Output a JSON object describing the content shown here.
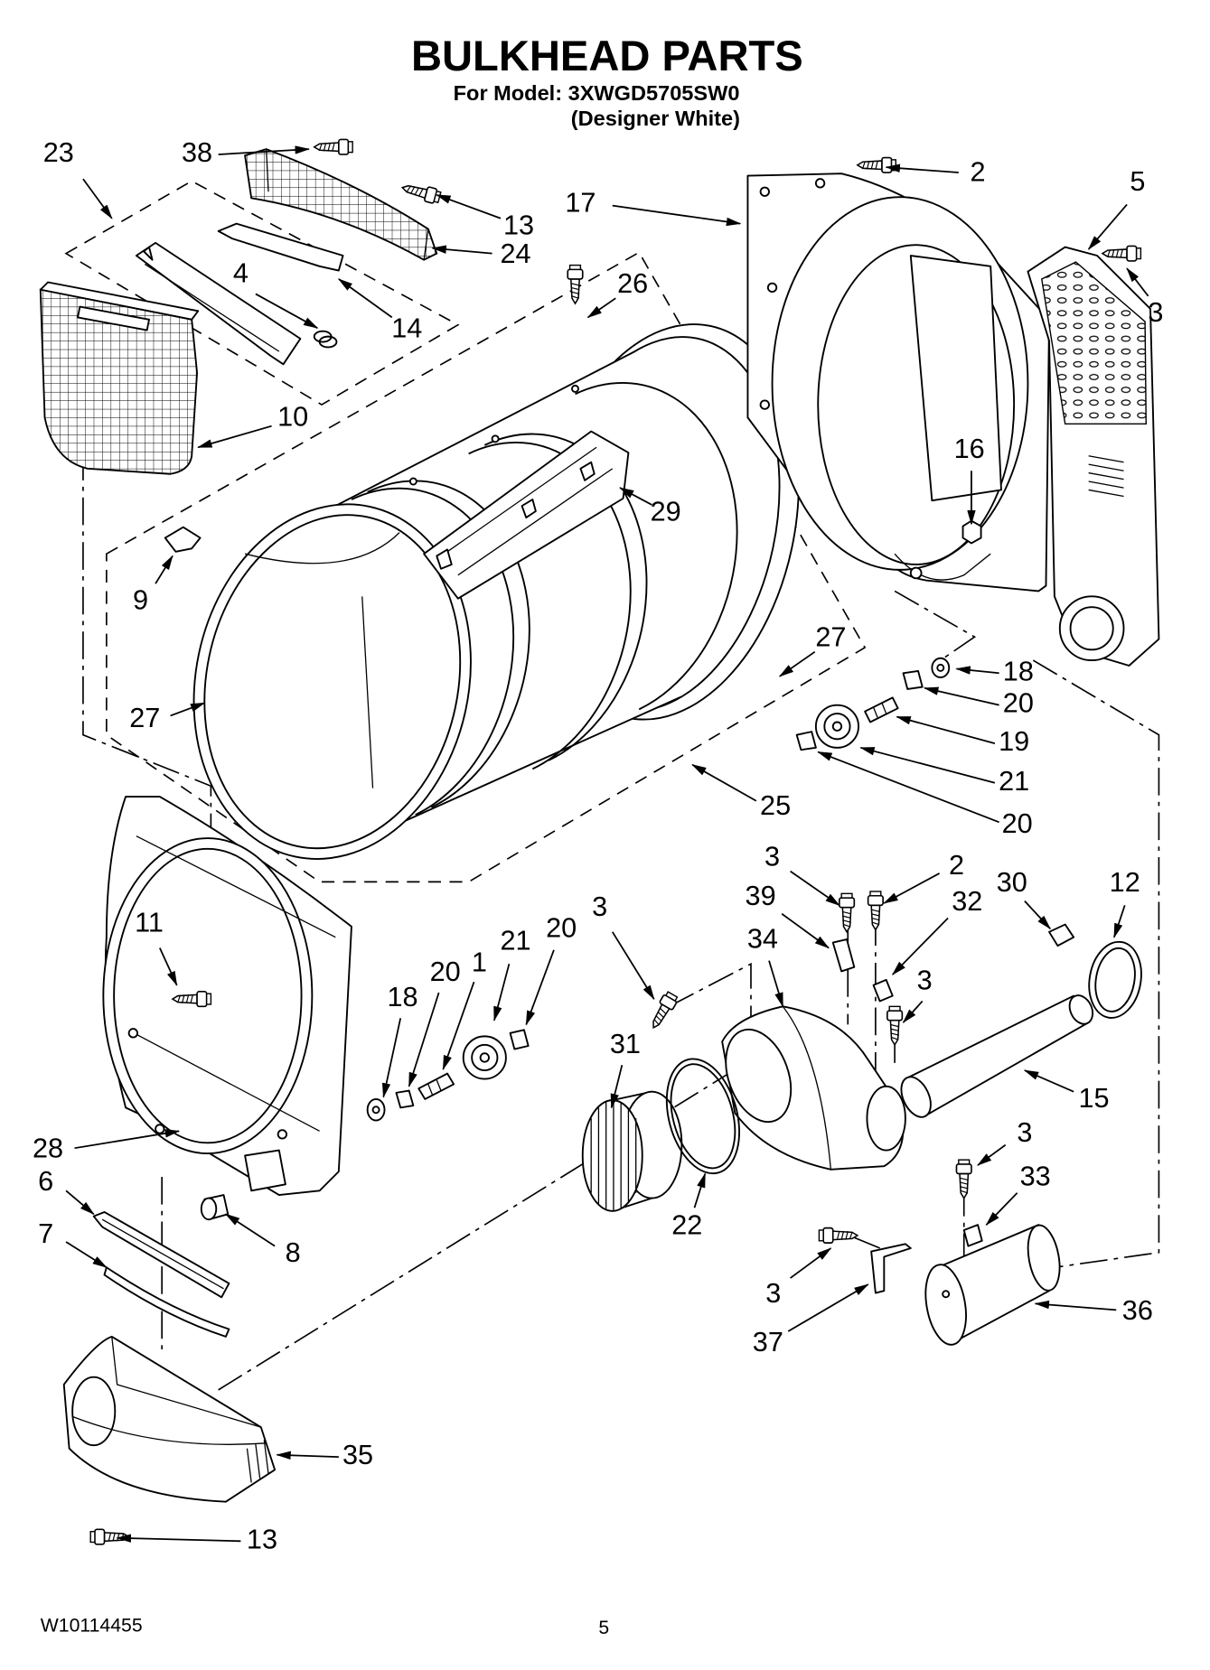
{
  "header": {
    "title": "BULKHEAD PARTS",
    "model": "For Model: 3XWGD5705SW0",
    "variant": "(Designer White)"
  },
  "footer": {
    "doc_number": "W10114455",
    "page_number": "5"
  },
  "callouts": [
    "23",
    "38",
    "2",
    "5",
    "17",
    "13",
    "24",
    "26",
    "3",
    "4",
    "14",
    "10",
    "16",
    "29",
    "9",
    "27",
    "27",
    "18",
    "20",
    "19",
    "21",
    "25",
    "20",
    "3",
    "2",
    "30",
    "12",
    "39",
    "32",
    "11",
    "3",
    "21",
    "20",
    "34",
    "1",
    "20",
    "18",
    "3",
    "31",
    "15",
    "3",
    "28",
    "6",
    "33",
    "22",
    "7",
    "8",
    "3",
    "36",
    "37",
    "35",
    "13"
  ]
}
